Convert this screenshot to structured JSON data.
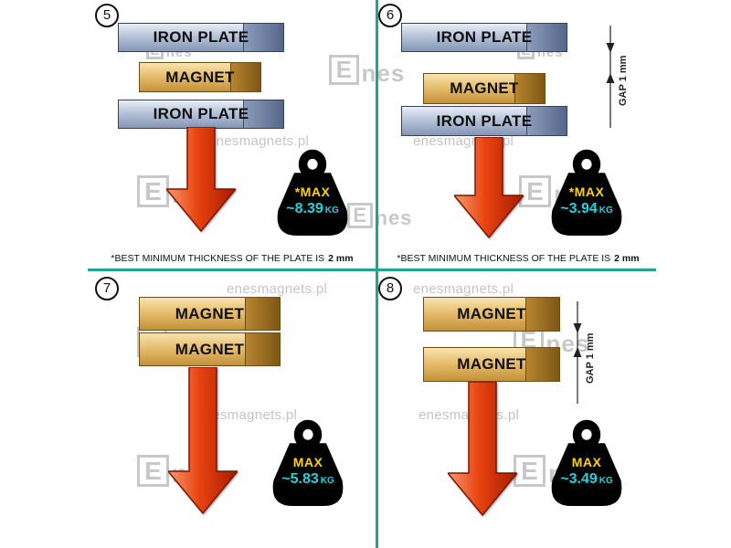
{
  "colors": {
    "divider": "#1fa493",
    "iron_plate": "#8596b5",
    "magnet": "#e4ba69",
    "arrow": "#e8430f",
    "weight_body": "#000000",
    "weight_max": "#ffd200",
    "weight_value": "#1fd3e0",
    "watermark": "#c4c4c4"
  },
  "watermark": {
    "site": "enesmagnets.pl",
    "logo_box": "E",
    "logo_text": "nes"
  },
  "panels": [
    {
      "number": "5",
      "layers": [
        "IRON PLATE",
        "MAGNET",
        "IRON PLATE"
      ],
      "weight": {
        "label": "*MAX",
        "value": "~8.39",
        "unit": "KG"
      },
      "footnote": {
        "text": "*BEST MINIMUM THICKNESS OF THE PLATE IS",
        "bold": "2 mm"
      }
    },
    {
      "number": "6",
      "layers": [
        "IRON PLATE",
        "MAGNET",
        "IRON PLATE"
      ],
      "gap_label": "GAP 1 mm",
      "weight": {
        "label": "*MAX",
        "value": "~3.94",
        "unit": "KG"
      },
      "footnote": {
        "text": "*BEST MINIMUM THICKNESS OF THE PLATE IS",
        "bold": "2 mm"
      }
    },
    {
      "number": "7",
      "layers": [
        "MAGNET",
        "MAGNET"
      ],
      "weight": {
        "label": "MAX",
        "value": "~5.83",
        "unit": "KG"
      }
    },
    {
      "number": "8",
      "layers": [
        "MAGNET",
        "MAGNET"
      ],
      "gap_label": "GAP 1 mm",
      "weight": {
        "label": "MAX",
        "value": "~3.49",
        "unit": "KG"
      }
    }
  ]
}
